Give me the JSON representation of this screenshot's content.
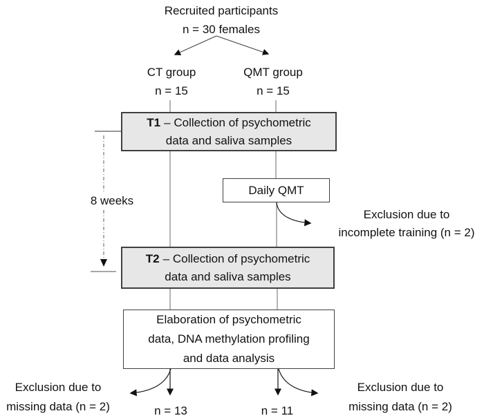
{
  "colors": {
    "collection_box_fill": "#e7e7e7",
    "box_border": "#3f3f3f",
    "connector_gray": "#808080",
    "arrow_black": "#111111",
    "dimension_gray": "#595959"
  },
  "top": {
    "line1": "Recruited participants",
    "line2": "n = 30 females"
  },
  "groups": {
    "ct": {
      "name": "CT group",
      "n": "n = 15"
    },
    "qmt": {
      "name": "QMT group",
      "n": "n = 15"
    }
  },
  "boxes": {
    "t1": {
      "bold": "T1",
      "line1": "– Collection of psychometric",
      "line2": "data and saliva samples"
    },
    "daily_qmt": {
      "label": "Daily QMT"
    },
    "t2": {
      "bold": "T2",
      "line1": "– Collection of psychometric",
      "line2": "data and saliva samples"
    },
    "elaboration": {
      "lines": [
        "Elaboration of psychometric",
        "data, DNA methylation profiling",
        "and data analysis"
      ]
    }
  },
  "annotations": {
    "duration": "8 weeks",
    "exclusion_training": {
      "line1": "Exclusion due to",
      "line2": "incomplete training (n = 2)"
    },
    "exclusion_missing_left": {
      "line1": "Exclusion due to",
      "line2": "missing data (n = 2)"
    },
    "exclusion_missing_right": {
      "line1": "Exclusion due to",
      "line2": "missing data (n = 2)"
    },
    "final_ct": "n = 13",
    "final_qmt": "n = 11"
  }
}
